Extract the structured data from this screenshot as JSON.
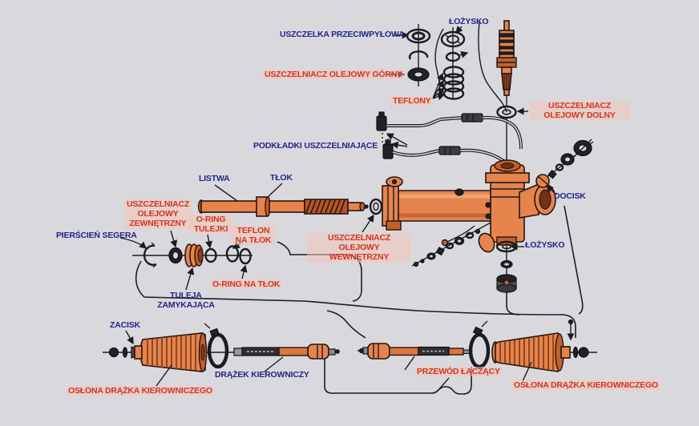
{
  "diagram": {
    "title": "Przekładnia kierownicza — schemat części (steering rack exploded diagram)",
    "colors": {
      "background": "#d9d9dd",
      "label_primary": "#23238d",
      "label_highlight": "#d43420",
      "highlight_bg": "#f2c5b8",
      "part_orange": "#e5844d",
      "part_dark": "#222226",
      "outline": "#1b1b22"
    },
    "labels": {
      "lozysko_top": {
        "text": "ŁOŻYSKO"
      },
      "uszczelka_przeciwpylowa": {
        "text": "USZCZELKA PRZECIWPYŁOWA"
      },
      "uszczelniacz_olejowy_gorny": {
        "text": "USZCZELNIACZ OLEJOWY GÓRNY"
      },
      "teflony": {
        "text": "TEFLONY"
      },
      "uszczelniacz_olejowy_dolny": {
        "text": "USZCZELNIACZ OLEJOWY DOLNY"
      },
      "podkladki_uszczelniajace": {
        "text": "PODKŁADKI USZCZELNIAJĄCE"
      },
      "listwa": {
        "text": "LISTWA"
      },
      "tlok": {
        "text": "TŁOK"
      },
      "uszczelniacz_olejowy_zewnetrzny": {
        "text": "USZCZELNIACZ OLEJOWY ZEWNĘTRZNY"
      },
      "oring_tulejki": {
        "text": "O-RING TULEJKI"
      },
      "teflon_na_tlok": {
        "text": "TEFLON NA TŁOK"
      },
      "pierscien_segera": {
        "text": "PIERŚCIEŃ SEGERA"
      },
      "uszczelniacz_olejowy_wewnetrzny": {
        "text": "USZCZELNIACZ OLEJOWY WEWNĘTRZNY"
      },
      "docisk": {
        "text": "DOCISK"
      },
      "lozysko_right": {
        "text": "ŁOŻYSKO"
      },
      "oring_na_tlok": {
        "text": "O-RING NA TŁOK"
      },
      "tuleja_zamykajaca": {
        "text": "TULEJA ZAMYKAJĄCA"
      },
      "zacisk": {
        "text": "ZACISK"
      },
      "oslona_drazka_left": {
        "text": "OSŁONA DRĄŻKA KIEROWNICZEGO"
      },
      "drazek_kierowniczy": {
        "text": "DRĄŻEK KIEROWNICZY"
      },
      "przewod_laczacy": {
        "text": "PRZEWÓD ŁĄCZĄCY"
      },
      "oslona_drazka_right": {
        "text": "OSŁONA DRĄŻKA KIEROWNICZEGO"
      }
    }
  }
}
